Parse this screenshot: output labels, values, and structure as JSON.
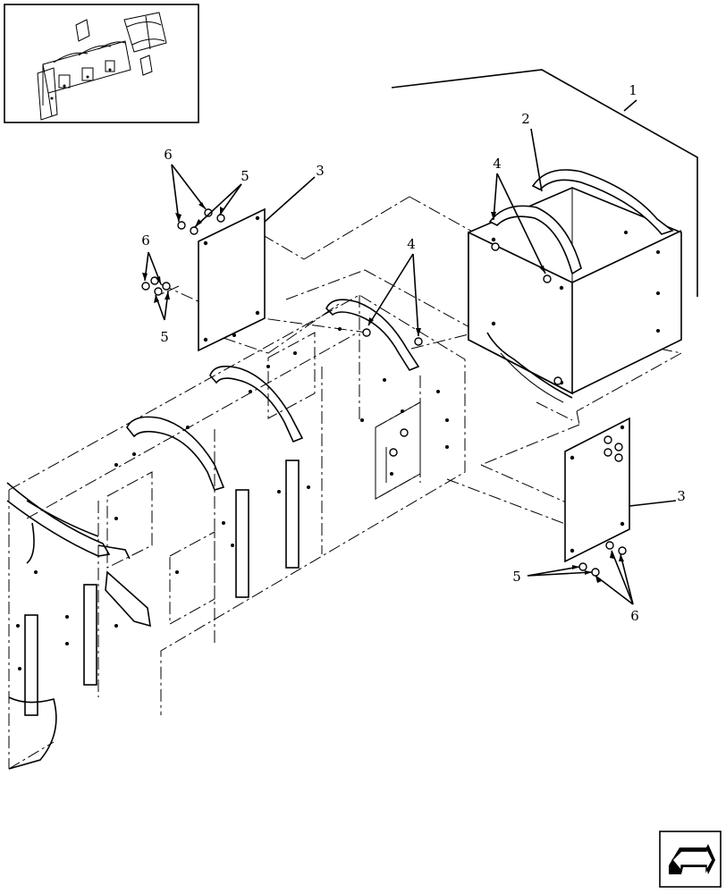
{
  "callouts": [
    {
      "id": "c1",
      "text": "1"
    },
    {
      "id": "c2",
      "text": "2"
    },
    {
      "id": "c3a",
      "text": "3"
    },
    {
      "id": "c3b",
      "text": "3"
    },
    {
      "id": "c4a",
      "text": "4"
    },
    {
      "id": "c4b",
      "text": "4"
    },
    {
      "id": "c5a",
      "text": "5"
    },
    {
      "id": "c5b",
      "text": "5"
    },
    {
      "id": "c5c",
      "text": "5"
    },
    {
      "id": "c6a",
      "text": "6"
    },
    {
      "id": "c6b",
      "text": "6"
    },
    {
      "id": "c6c",
      "text": "6"
    }
  ],
  "icons": {
    "locator": "assembly-locator-thumbnail",
    "navigation": "previous-page-arrow-icon"
  },
  "colors": {
    "line": "#000000",
    "background": "#ffffff"
  }
}
